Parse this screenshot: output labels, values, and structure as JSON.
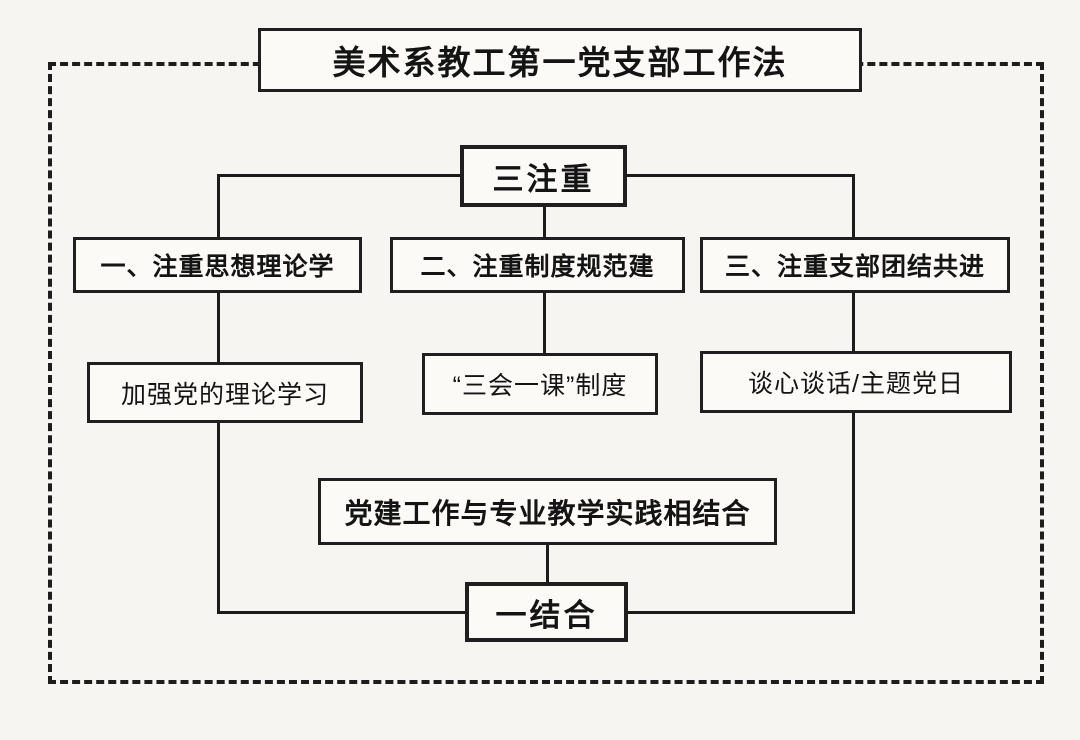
{
  "diagram": {
    "title": "美术系教工第一党支部工作法",
    "root_label": "三注重",
    "branches": [
      {
        "heading": "一、注重思想理论学",
        "detail": "加强党的理论学习"
      },
      {
        "heading": "二、注重制度规范建",
        "detail": "“三会一课”制度"
      },
      {
        "heading": "三、注重支部团结共进",
        "detail": "谈心谈话/主题党日"
      }
    ],
    "integration_label": "党建工作与专业教学实践相结合",
    "bottom_label": "一结合"
  },
  "colors": {
    "line": "#1b1b1b",
    "border": "#1f1f1f",
    "page_background": "#f6f5f2",
    "box_background": "#fbfaf7"
  }
}
